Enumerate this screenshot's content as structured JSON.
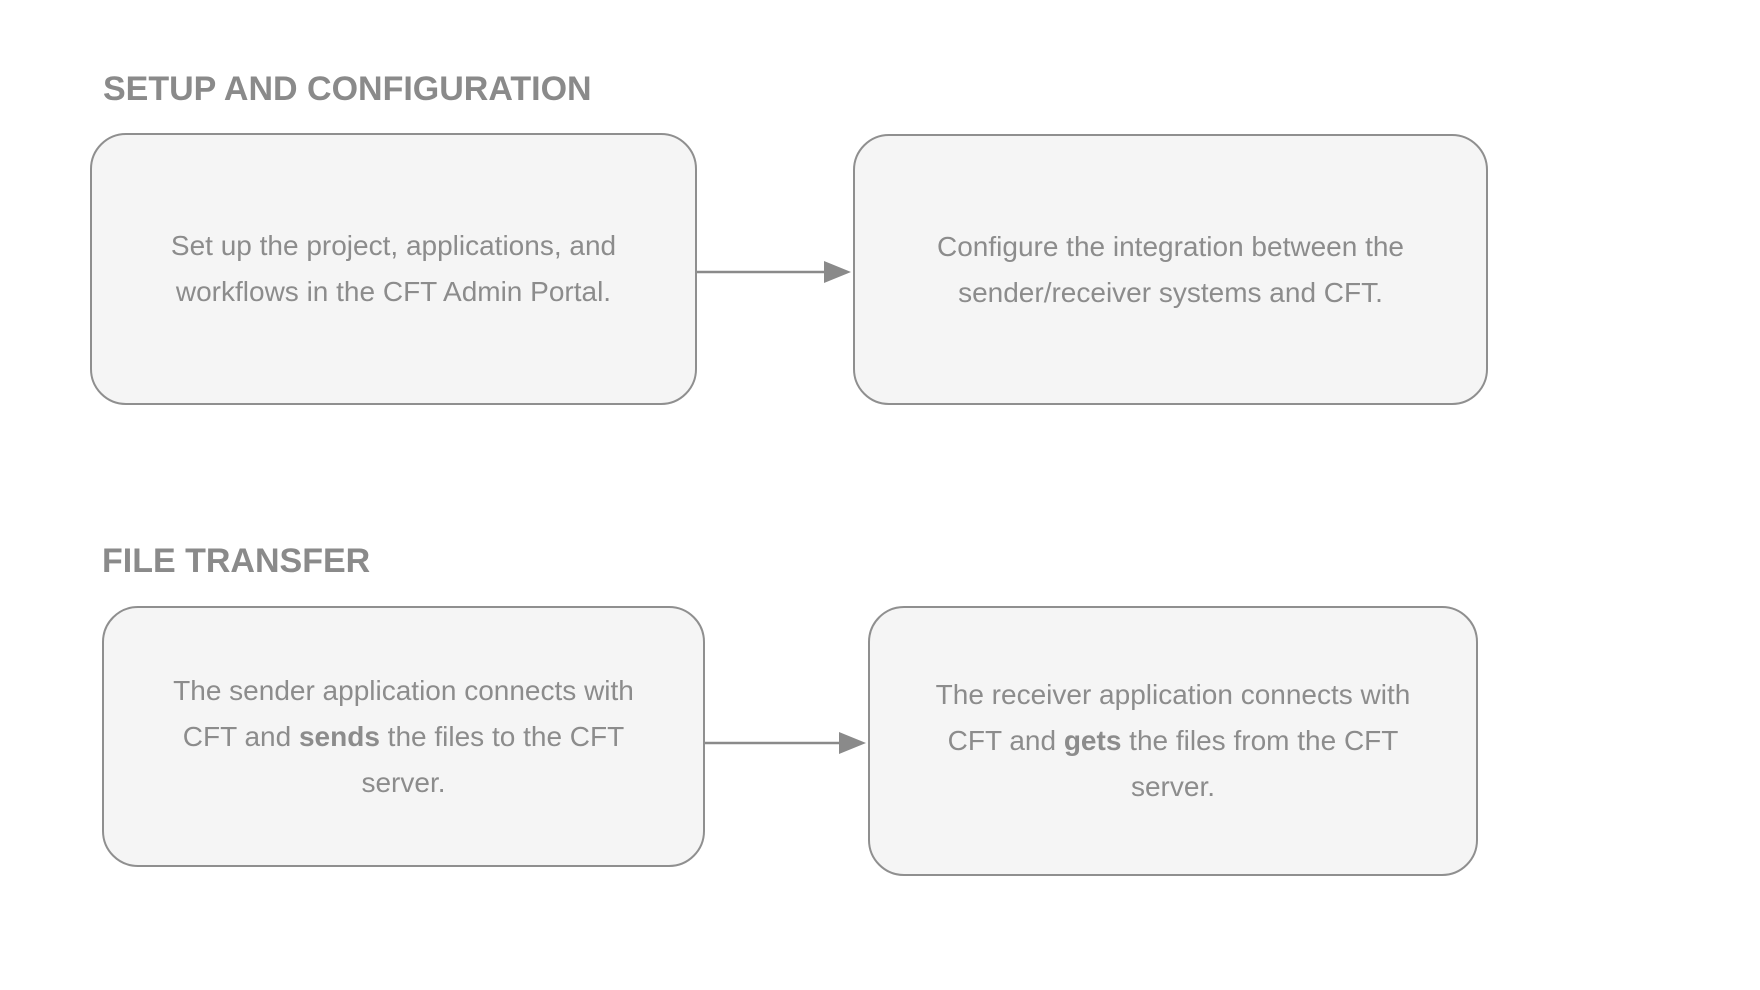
{
  "diagram": {
    "background": "#ffffff",
    "colors": {
      "box_fill": "#f5f5f5",
      "box_border": "#8f8f8f",
      "text": "#8c8c8c",
      "heading": "#8a8a8a",
      "arrow": "#8a8a8a"
    },
    "sections": {
      "setup": {
        "title": "SETUP AND CONFIGURATION",
        "boxes": [
          {
            "text": "Set up the project, applications, and\nworkflows in the CFT Admin Portal."
          },
          {
            "text": "Configure the integration between the\nsender/receiver systems and CFT."
          }
        ]
      },
      "transfer": {
        "title": "FILE TRANSFER",
        "boxes": [
          {
            "pre": "The sender application connects with\nCFT and ",
            "bold": "sends",
            "post": " the files to the CFT\nserver."
          },
          {
            "pre": "The receiver application connects with\nCFT and ",
            "bold": "gets",
            "post": " the files from the CFT\nserver."
          }
        ]
      }
    },
    "connectors": [
      {
        "from": "setup-left",
        "to": "setup-right",
        "direction": "right"
      },
      {
        "from": "transfer-left",
        "to": "transfer-right",
        "direction": "right"
      }
    ]
  }
}
